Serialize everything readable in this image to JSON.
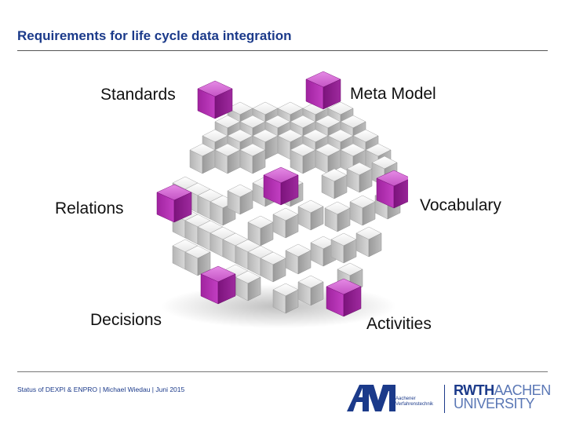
{
  "slide": {
    "title": "Requirements for life cycle data integration",
    "labels": {
      "standards": "Standards",
      "meta_model": "Meta Model",
      "relations": "Relations",
      "vocabulary": "Vocabulary",
      "decisions": "Decisions",
      "activities": "Activities"
    }
  },
  "footer": {
    "text": "Status of DEXPI & ENPRO | Michael Wiedau | Juni 2015",
    "avt_logo_text": "AVT",
    "avt_subtitle_1": "Aachener",
    "avt_subtitle_2": "Verfahrenstechnik",
    "rwth_bold": "RWTH",
    "rwth_light": "AACHEN",
    "rwth_line2": "UNIVERSITY"
  },
  "colors": {
    "title": "#1b3a8a",
    "cube_grey": "#c9c9c9",
    "cube_magenta": "#b02ab0"
  }
}
